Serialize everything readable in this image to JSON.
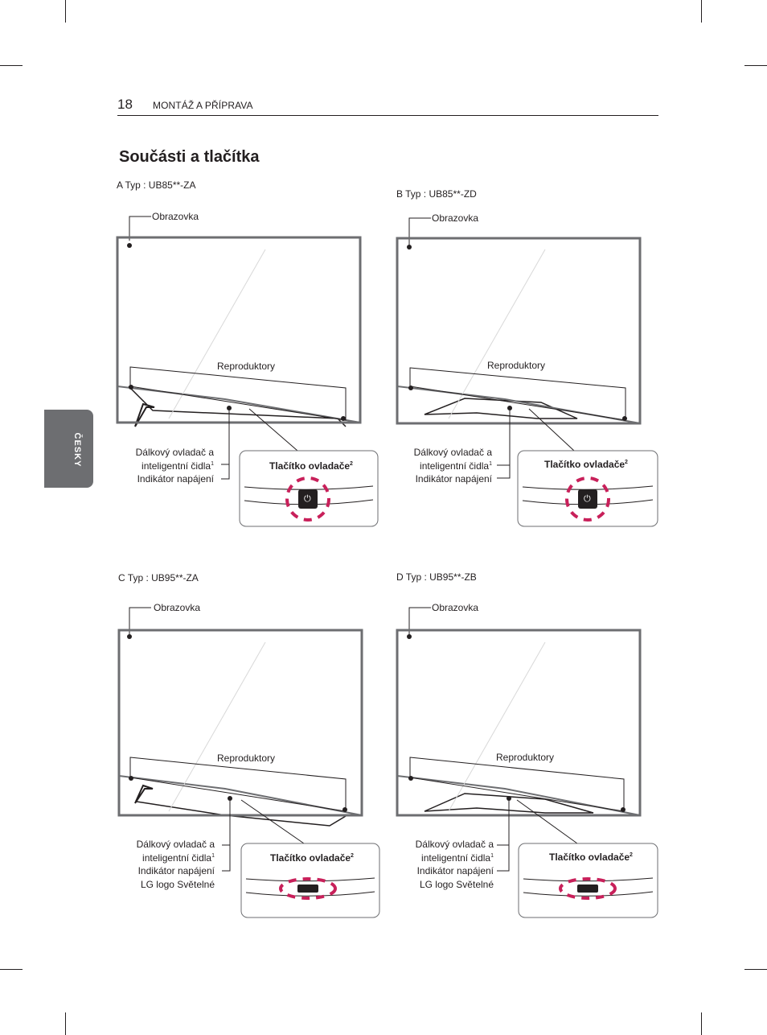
{
  "header": {
    "page_number": "18",
    "section": "MONTÁŽ A PŘÍPRAVA"
  },
  "title": "Součásti a tlačítka",
  "language_tab": "ČESKY",
  "panels": {
    "a": {
      "type_label": "A Typ : UB85**-ZA",
      "screen": "Obrazovka",
      "speakers": "Reproduktory",
      "remote_line1": "Dálkový ovladač a",
      "remote_line2": "inteligentní čidla",
      "remote_sup": "1",
      "power_indicator": "Indikátor napájení",
      "button_label": "Tlačítko ovladače",
      "button_sup": "2",
      "power_icon": "power-icon"
    },
    "b": {
      "type_label": "B Typ : UB85**-ZD",
      "screen": "Obrazovka",
      "speakers": "Reproduktory",
      "remote_line1": "Dálkový ovladač a",
      "remote_line2": "inteligentní čidla",
      "remote_sup": "1",
      "power_indicator": "Indikátor napájení",
      "button_label": "Tlačítko ovladače",
      "button_sup": "2",
      "power_icon": "power-icon"
    },
    "c": {
      "type_label": "C Typ : UB95**-ZA",
      "screen": "Obrazovka",
      "speakers": "Reproduktory",
      "remote_line1": "Dálkový ovladač a",
      "remote_line2": "inteligentní čidla",
      "remote_sup": "1",
      "power_indicator": "Indikátor napájení",
      "logo_light": "LG logo Světelné",
      "button_label": "Tlačítko ovladače",
      "button_sup": "2"
    },
    "d": {
      "type_label": "D Typ : UB95**-ZB",
      "screen": "Obrazovka",
      "speakers": "Reproduktory",
      "remote_line1": "Dálkový ovladač a",
      "remote_line2": "inteligentní čidla",
      "remote_sup": "1",
      "power_indicator": "Indikátor napájení",
      "logo_light": "LG logo Světelné",
      "button_label": "Tlačítko ovladače",
      "button_sup": "2"
    }
  },
  "colors": {
    "text": "#231f20",
    "tab": "#6d6e71",
    "highlight": "#c8205a",
    "frame": "#6d6e71"
  }
}
